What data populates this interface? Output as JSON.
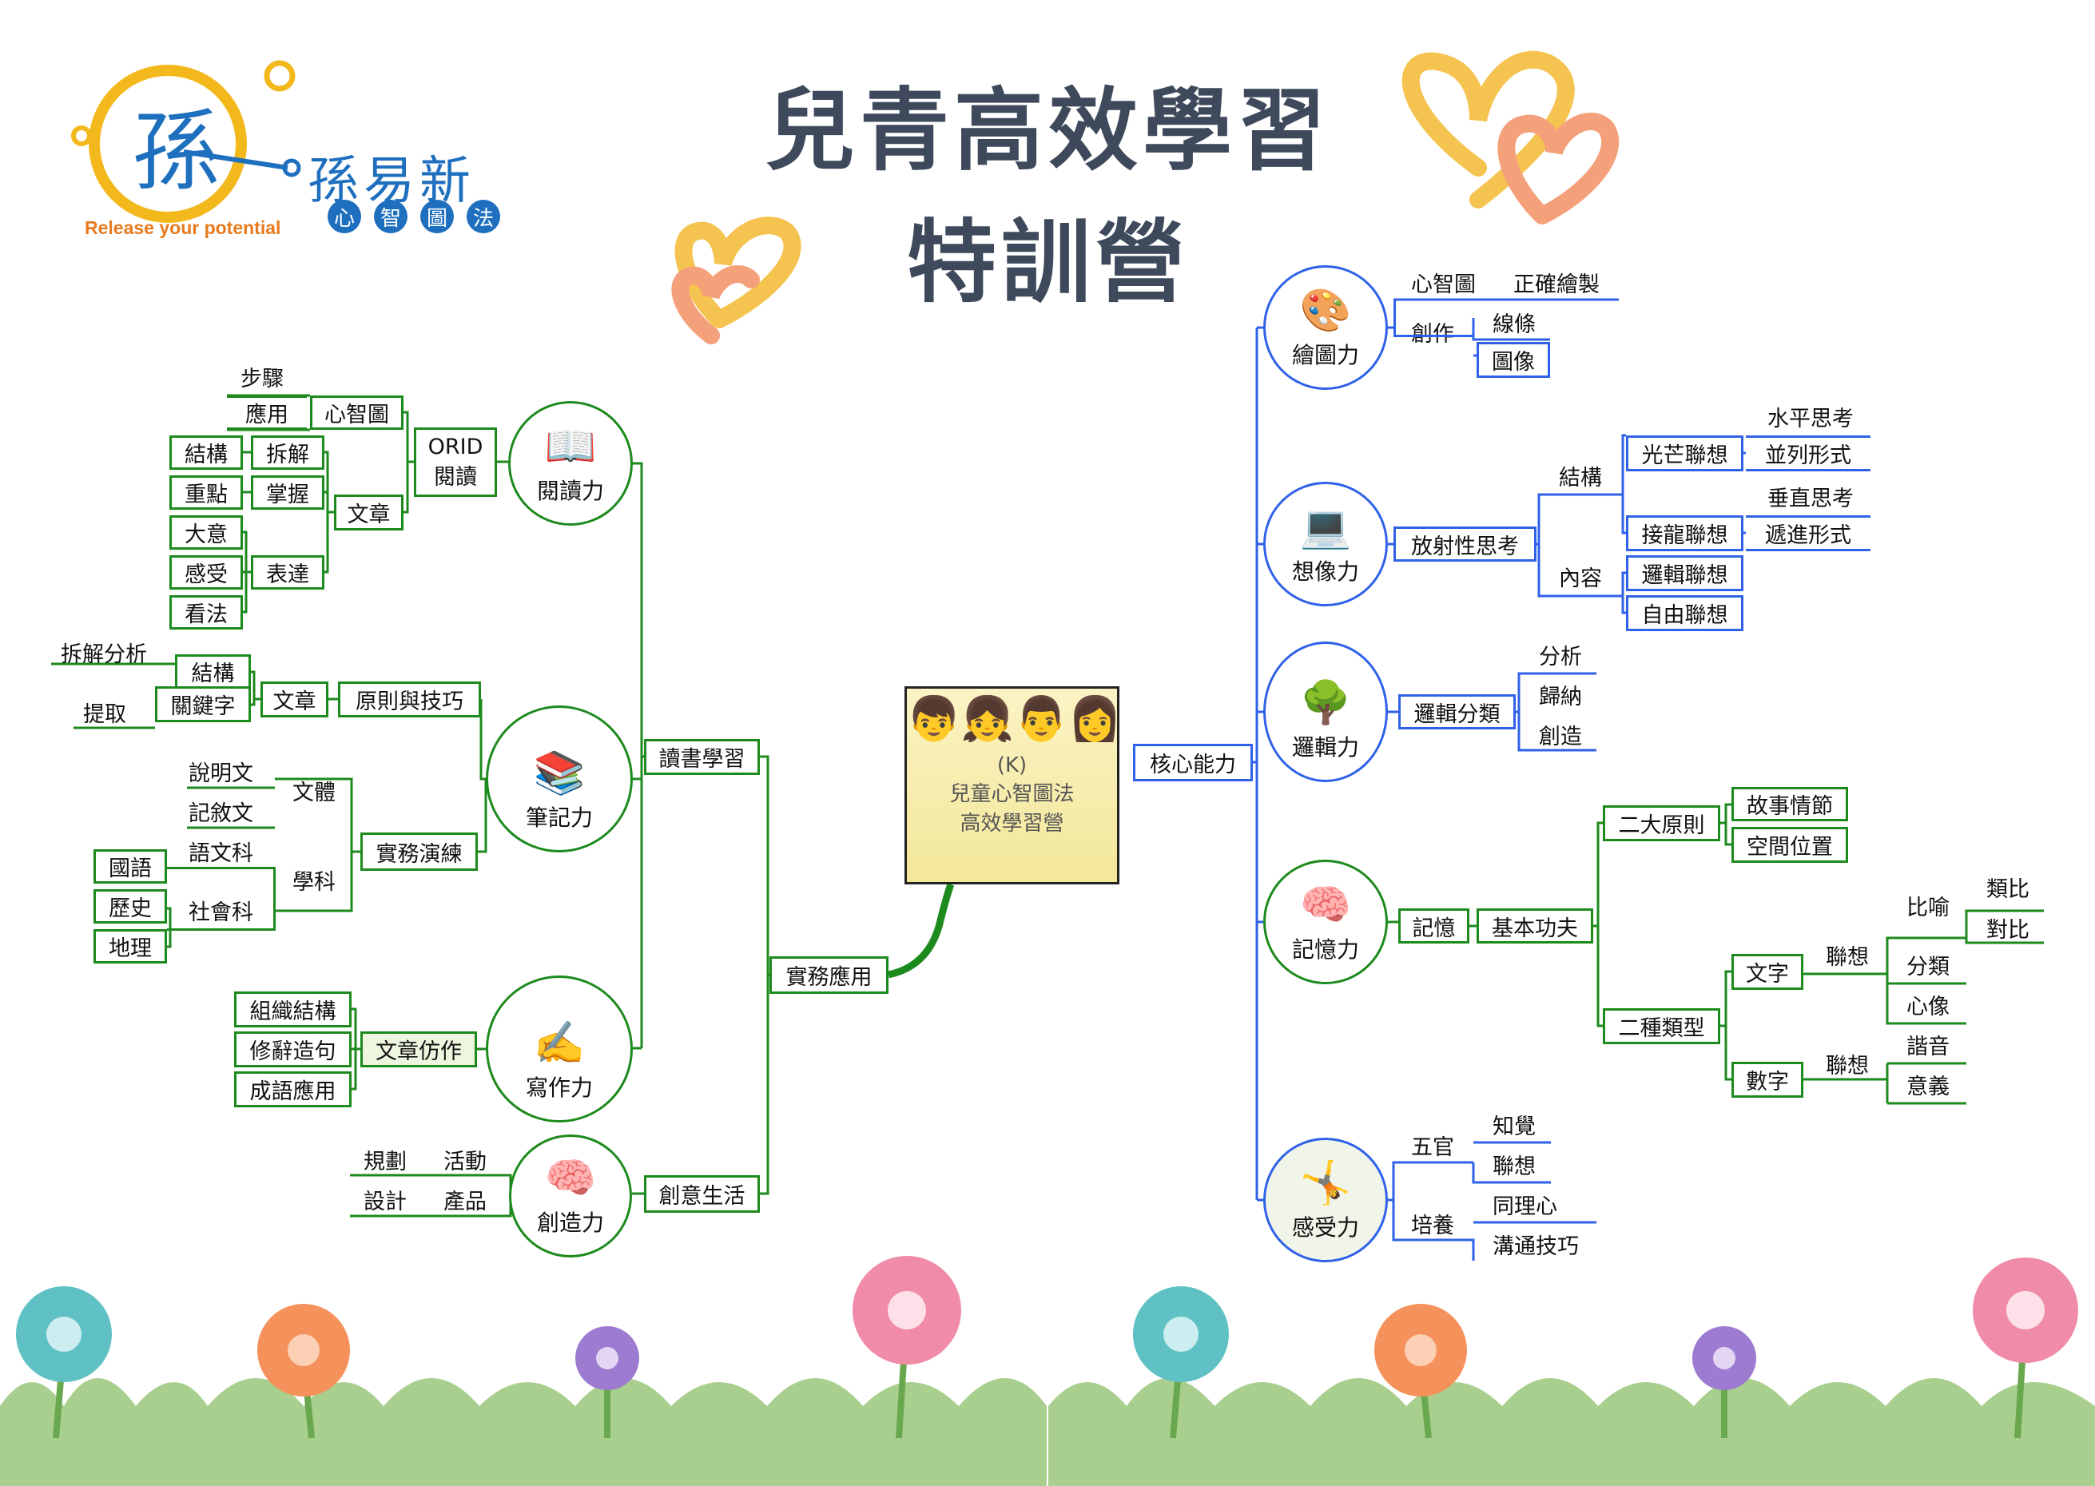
{
  "logo": {
    "brand": "孫易新",
    "tagline": "Release your potential",
    "chars": [
      "心",
      "智",
      "圖",
      "法"
    ],
    "mark": "孫"
  },
  "title": {
    "line1": "兒青高效學習",
    "line2": "特訓營"
  },
  "center": {
    "code": "(K)",
    "line1": "兒童心智圖法",
    "line2": "高效學習營"
  },
  "branches": {
    "practice": "實務應用",
    "study": "讀書學習",
    "life": "創意生活",
    "core": "核心能力"
  },
  "reading": {
    "circle": "閱讀力",
    "orid1": "ORID",
    "orid2": "閱讀",
    "mindmap": "心智圖",
    "apply": "應用",
    "steps": "步驟",
    "article": "文章",
    "dismantle": "拆解",
    "grasp": "掌握",
    "express": "表達",
    "structure": "結構",
    "key": "重點",
    "gist": "大意",
    "feeling": "感受",
    "view": "看法"
  },
  "notes": {
    "circle": "筆記力",
    "principle": "原則與技巧",
    "article": "文章",
    "structure": "結構",
    "keyword": "關鍵字",
    "analysis": "拆解分析",
    "extract": "提取",
    "practice": "實務演練",
    "genre": "文體",
    "expository": "說明文",
    "narrative": "記敘文",
    "subject": "學科",
    "language": "語文科",
    "social": "社會科",
    "chinese": "國語",
    "history": "歷史",
    "geography": "地理"
  },
  "writing": {
    "circle": "寫作力",
    "imitate": "文章仿作",
    "organize": "組織結構",
    "rhetoric": "修辭造句",
    "idiom": "成語應用"
  },
  "creativity": {
    "circle": "創造力",
    "plan": "規劃",
    "activity": "活動",
    "design": "設計",
    "product": "產品"
  },
  "drawing": {
    "circle": "繪圖力",
    "mindmap": "心智圖",
    "correct": "正確繪製",
    "create": "創作",
    "lines": "線條",
    "image": "圖像"
  },
  "imagination": {
    "circle": "想像力",
    "radiant": "放射性思考",
    "structure": "結構",
    "content": "內容",
    "ray": "光芒聯想",
    "chain": "接龍聯想",
    "logic": "邏輯聯想",
    "free": "自由聯想",
    "horizontal": "水平思考",
    "parallel": "並列形式",
    "vertical": "垂直思考",
    "progressive": "遞進形式"
  },
  "logic": {
    "circle": "邏輯力",
    "classify": "邏輯分類",
    "analyze": "分析",
    "induce": "歸納",
    "create": "創造"
  },
  "memory": {
    "circle": "記憶力",
    "memory": "記憶",
    "basics": "基本功夫",
    "two_principles": "二大原則",
    "story": "故事情節",
    "space": "空間位置",
    "two_types": "二種類型",
    "words": "文字",
    "numbers": "數字",
    "assoc1": "聯想",
    "assoc2": "聯想",
    "metaphor": "比喻",
    "analogy": "類比",
    "contrast": "對比",
    "category": "分類",
    "mental_image": "心像",
    "homophone": "諧音",
    "meaning": "意義"
  },
  "feeling": {
    "circle": "感受力",
    "senses": "五官",
    "perception": "知覺",
    "assoc": "聯想",
    "cultivate": "培養",
    "empathy": "同理心",
    "communication": "溝通技巧"
  },
  "colors": {
    "green": "#1d8a1d",
    "blue": "#2f62e8",
    "center_bg": "#f8f0b0",
    "title": "#3e4a5c",
    "logo_yellow": "#f3b81b",
    "logo_blue": "#1f6fbf",
    "tagline": "#e87a1e"
  }
}
